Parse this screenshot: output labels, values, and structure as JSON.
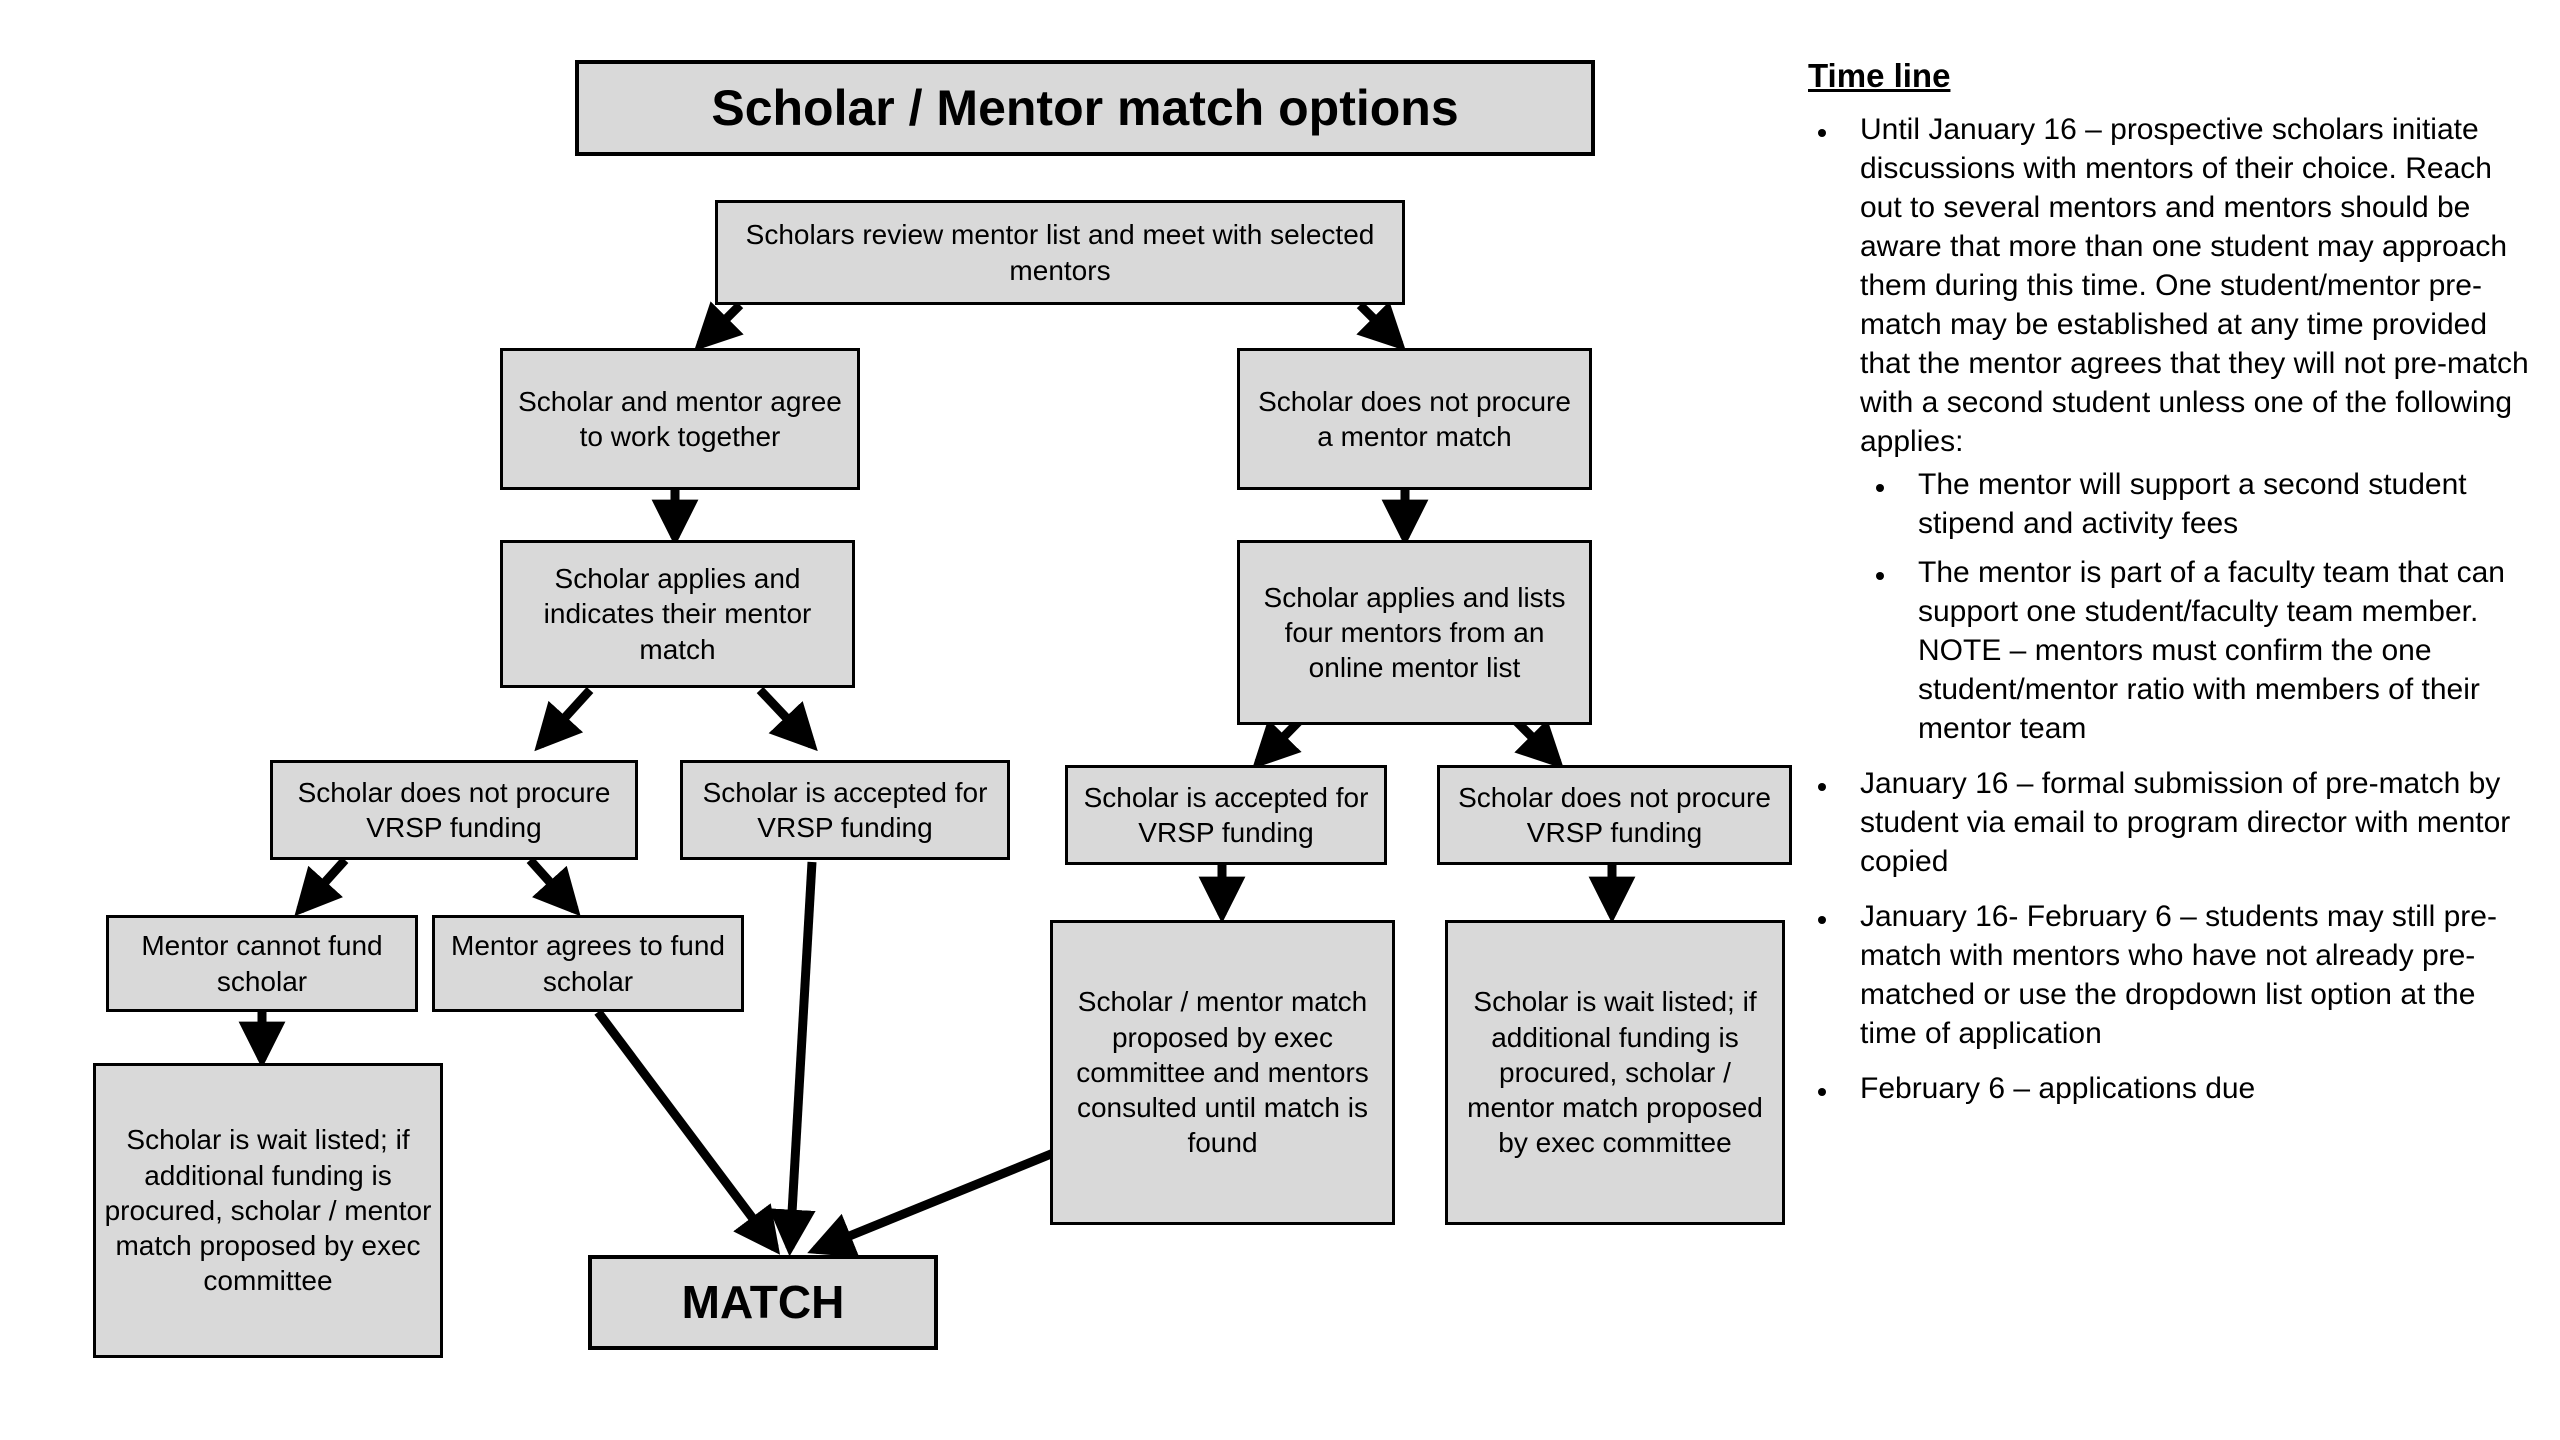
{
  "diagram": {
    "title": "Scholar / Mentor match options",
    "terminal": "MATCH",
    "nodes": {
      "review": "Scholars review mentor list and meet with selected mentors",
      "agree": "Scholar and mentor agree to work together",
      "no_procure": "Scholar does not procure a mentor match",
      "applies_indicates": "Scholar applies and indicates their mentor match",
      "applies_lists_four": "Scholar applies and lists four mentors from an online mentor list",
      "left_no_vrsp": "Scholar does not procure VRSP funding",
      "left_accepted_vrsp": "Scholar is accepted for VRSP funding",
      "right_accepted_vrsp": "Scholar is accepted for VRSP funding",
      "right_no_vrsp": "Scholar does not procure VRSP funding",
      "mentor_cannot_fund": "Mentor cannot fund scholar",
      "mentor_agrees_fund": "Mentor agrees to fund scholar",
      "wait_listed_left": "Scholar is wait listed; if additional funding is procured, scholar / mentor match proposed by exec committee",
      "match_proposed_exec": "Scholar / mentor match proposed by exec committee and mentors consulted until match is found",
      "wait_listed_right": "Scholar is wait listed; if additional funding is procured, scholar / mentor match proposed by exec committee"
    }
  },
  "timeline": {
    "heading": "Time line",
    "items": [
      {
        "text": "Until January 16 – prospective scholars initiate discussions with mentors of their choice. Reach out to several mentors and mentors should be aware that more than one student may approach them during this time. One student/mentor pre-match may be established at any time provided that the mentor agrees that they will not pre-match with a second student unless one of the following applies:",
        "sub": [
          "The mentor will support a second student stipend and activity fees",
          "The mentor is part of a faculty team that can support one student/faculty team member. NOTE – mentors must confirm the one student/mentor ratio with members of their mentor team"
        ]
      },
      {
        "text": "January 16 – formal submission of pre-match by student via email to program director with mentor copied",
        "sub": []
      },
      {
        "text": "January 16- February 6 – students may still pre-match with mentors who have not already pre-matched or use the dropdown list option at the time of application",
        "sub": []
      },
      {
        "text": "February 6 – applications due",
        "sub": []
      }
    ]
  },
  "colors": {
    "node_fill": "#d9d9d9",
    "node_border": "#000000",
    "page_background": "#ffffff",
    "text": "#000000"
  }
}
